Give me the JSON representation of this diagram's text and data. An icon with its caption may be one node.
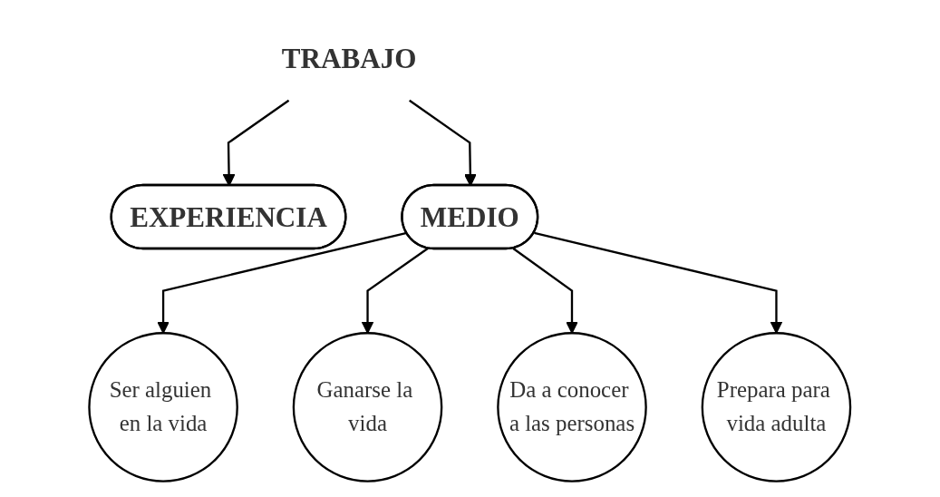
{
  "diagram": {
    "nodes": [
      {
        "text": [
          "TRABAJO"
        ]
      },
      {
        "text": [
          "EXPERIENCIA"
        ]
      },
      {
        "text": [
          "MEDIO"
        ]
      },
      {
        "text": [
          "Ser alguien en la vida"
        ]
      },
      {
        "text": [
          "Ganarse la vida"
        ]
      },
      {
        "text": [
          "Da a conocer a las personas"
        ]
      },
      {
        "text": [
          "Prepara para vida adulta"
        ]
      }
    ],
    "edges": [
      {
        "from": 0,
        "to": 1,
        "arrow": "to"
      },
      {
        "from": 0,
        "to": 2,
        "arrow": "to"
      },
      {
        "from": 2,
        "to": 3,
        "arrow": "to"
      },
      {
        "from": 2,
        "to": 4,
        "arrow": "to"
      },
      {
        "from": 2,
        "to": 5,
        "arrow": "to"
      },
      {
        "from": 2,
        "to": 6,
        "arrow": "to"
      }
    ]
  }
}
